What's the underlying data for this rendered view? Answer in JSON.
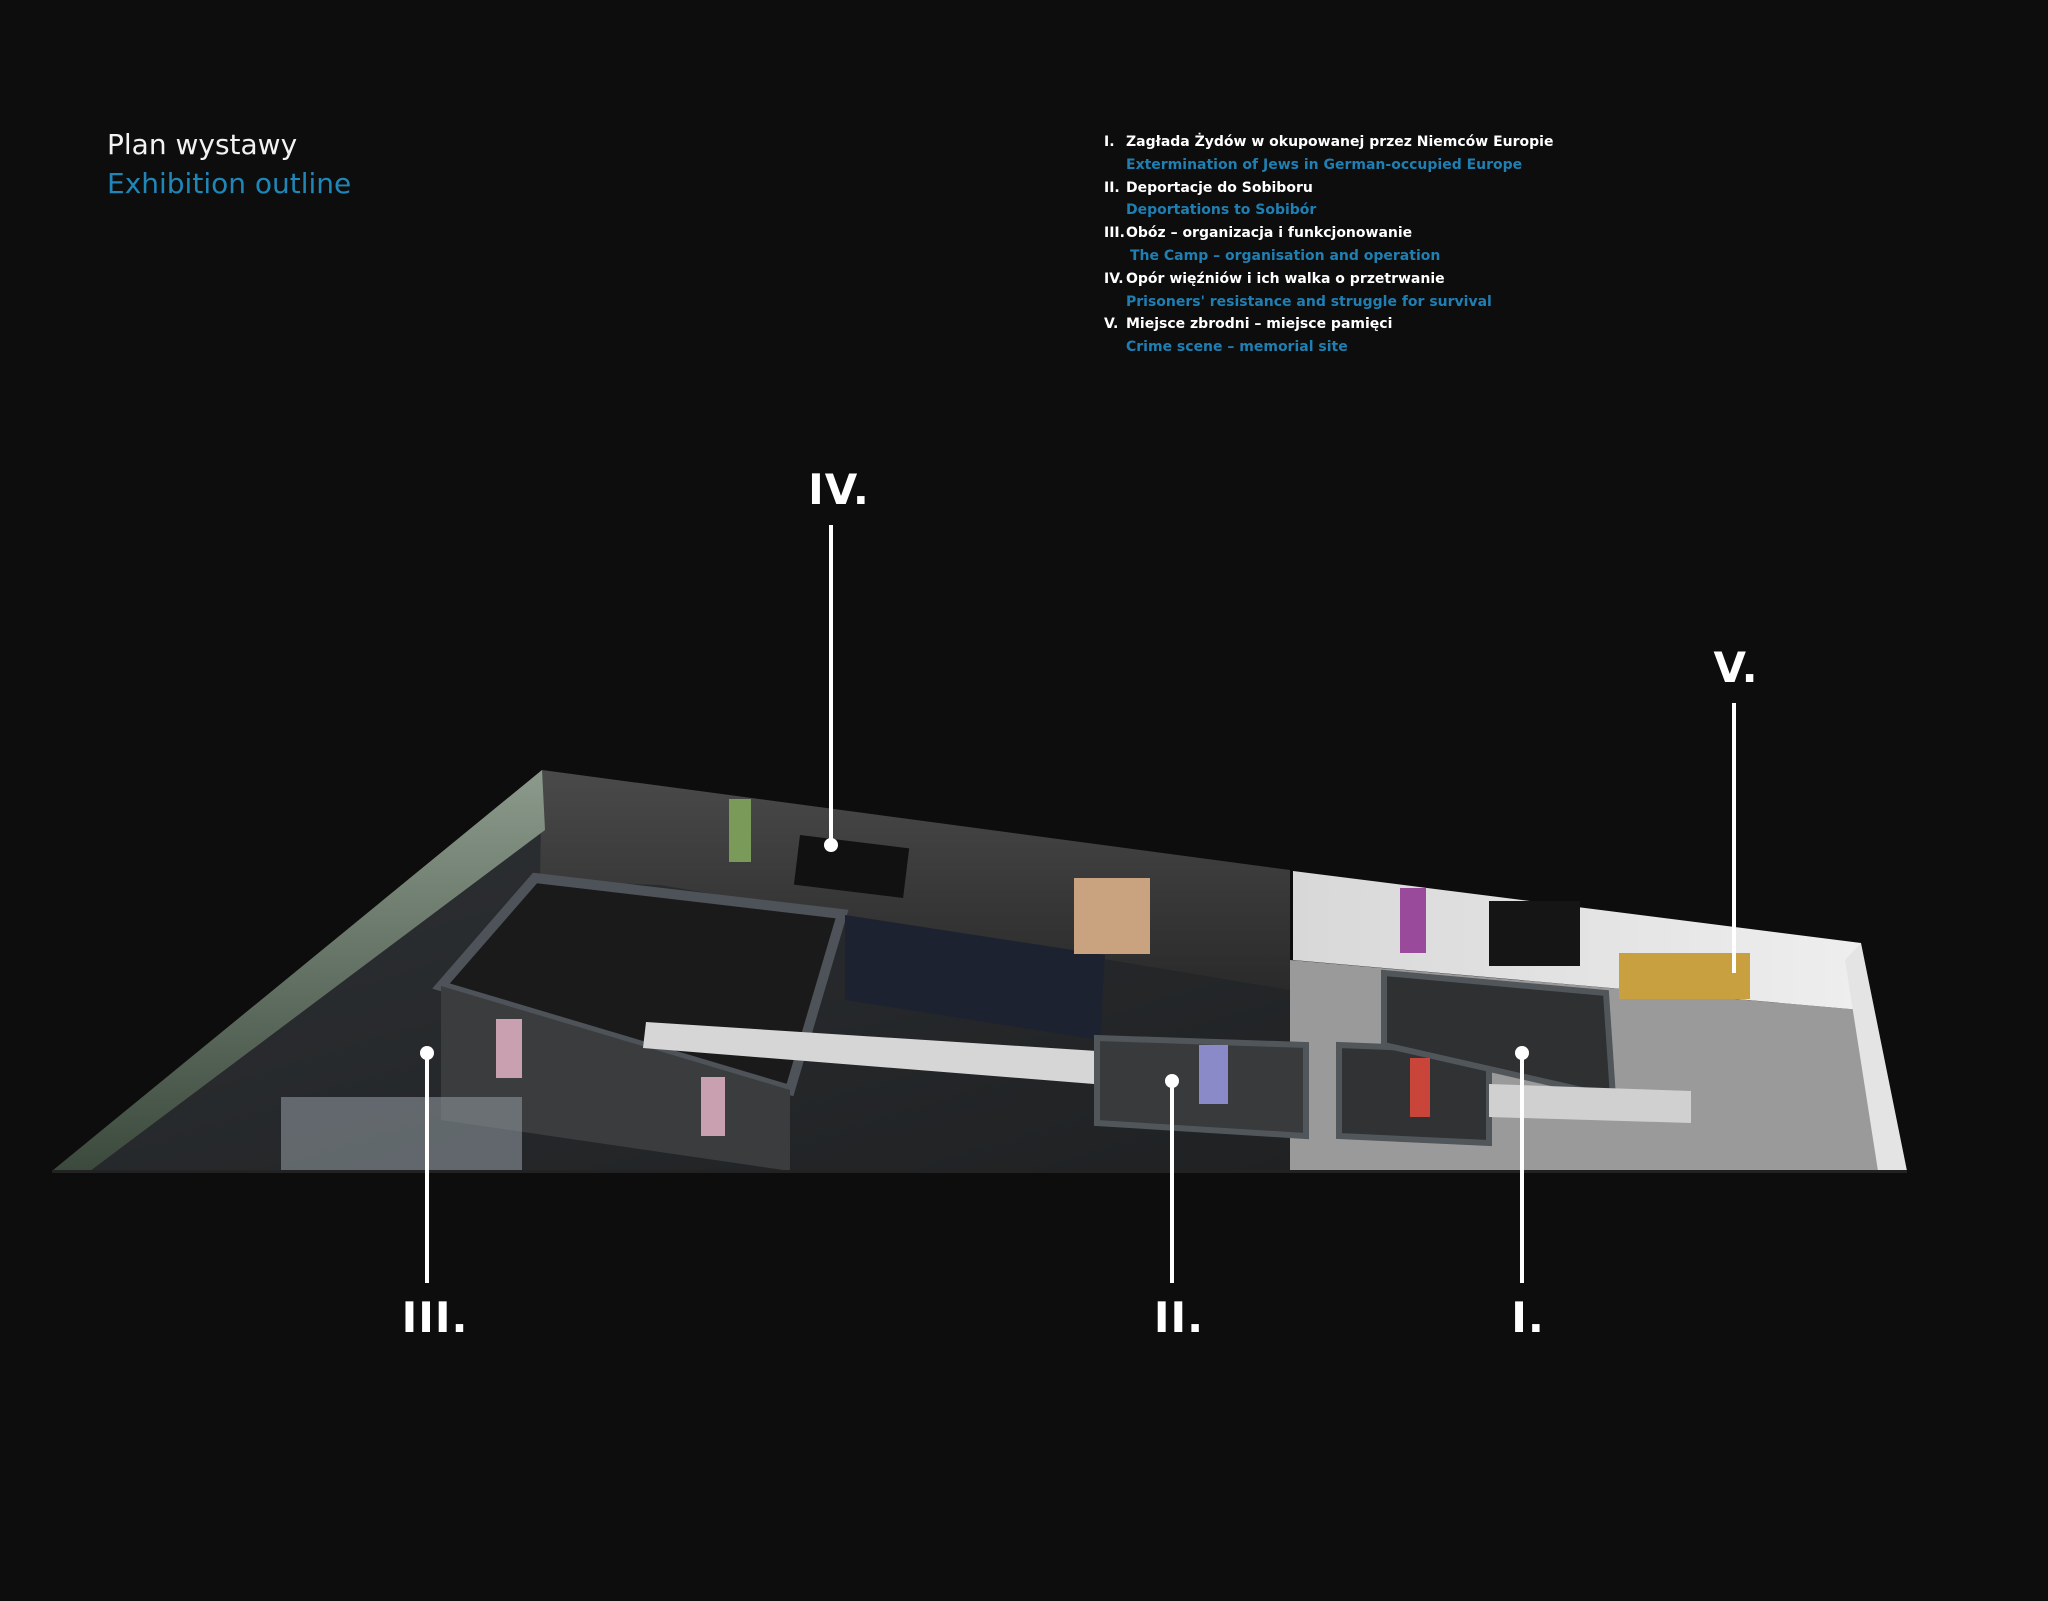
{
  "header": {
    "title_pl": "Plan wystawy",
    "title_en": "Exhibition outline"
  },
  "legend": [
    {
      "num": "I.",
      "pl": "Zagłada Żydów w okupowanej przez Niemców Europie",
      "en": "Extermination of Jews in German-occupied Europe"
    },
    {
      "num": "II.",
      "pl": "Deportacje do Sobiboru",
      "en": "Deportations to Sobibór"
    },
    {
      "num": "III.",
      "pl": "Obóz – organizacja i funkcjonowanie",
      "en": "The Camp – organisation and operation"
    },
    {
      "num": "IV.",
      "pl": "Opór więźniów i ich walka  o przetrwanie",
      "en": "Prisoners' resistance and struggle for survival"
    },
    {
      "num": "V.",
      "pl": "Miejsce zbrodni – miejsce pamięci",
      "en": "Crime scene – memorial site"
    }
  ],
  "markers": {
    "i": "I.",
    "ii": "II.",
    "iii": "III.",
    "iv": "IV.",
    "v": "V."
  },
  "colors": {
    "background": "#0d0d0d",
    "accent_blue": "#1f86b8",
    "text": "#ffffff"
  }
}
